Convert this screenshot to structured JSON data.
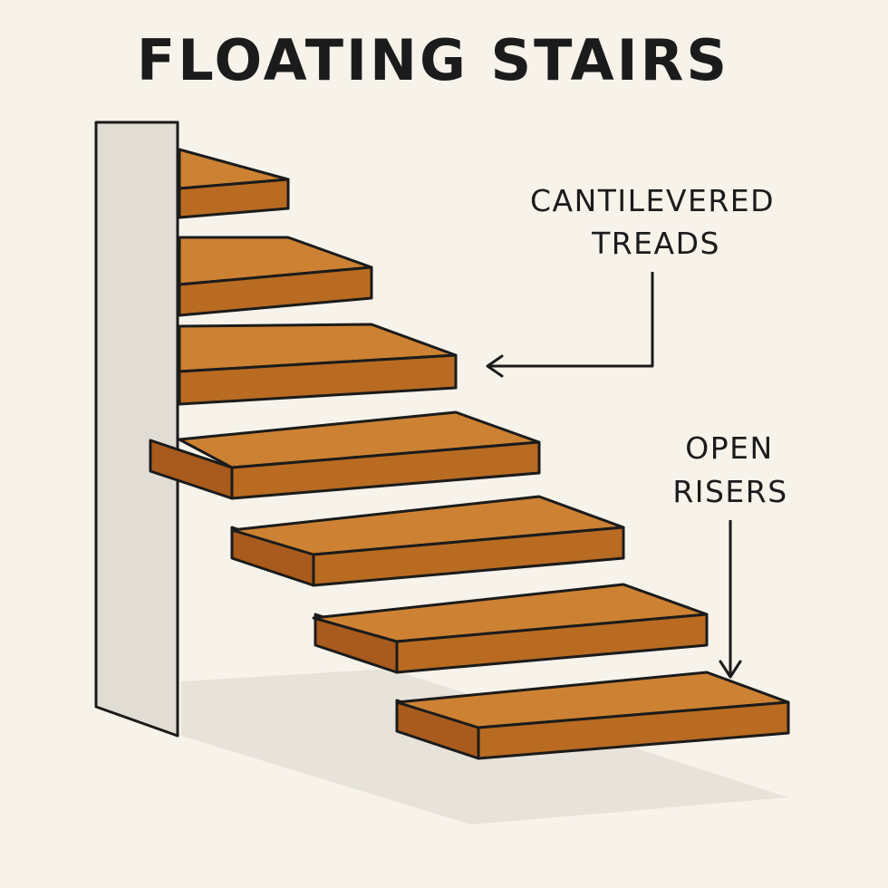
{
  "title": "FLOATING STAIRS",
  "callouts": {
    "treads": {
      "line1": "CANTILEVERED",
      "line2": "TREADS"
    },
    "risers": {
      "line1": "OPEN",
      "line2": "RISERS"
    }
  },
  "colors": {
    "background": "#f7f2ea",
    "wall_face": "#e1dcd4",
    "wood_top": "#cd8233",
    "wood_front": "#b96b22",
    "wood_end": "#a85b1c",
    "outline": "#1b1b1b",
    "shadow": "#e6e1d8"
  },
  "treads_count": 7
}
